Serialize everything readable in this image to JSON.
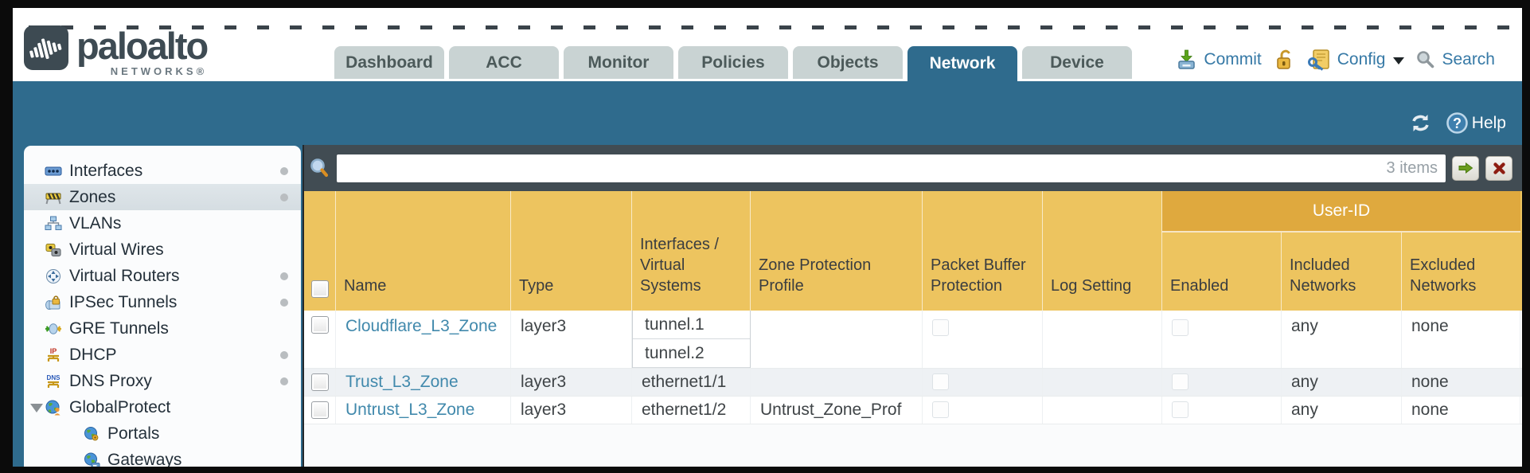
{
  "header": {
    "logo": {
      "brand": "paloalto",
      "sub": "NETWORKS®"
    },
    "tabs": [
      {
        "label": "Dashboard",
        "active": false
      },
      {
        "label": "ACC",
        "active": false
      },
      {
        "label": "Monitor",
        "active": false
      },
      {
        "label": "Policies",
        "active": false
      },
      {
        "label": "Objects",
        "active": false
      },
      {
        "label": "Network",
        "active": true
      },
      {
        "label": "Device",
        "active": false
      }
    ],
    "utilities": {
      "commit": "Commit",
      "config": "Config",
      "search": "Search"
    }
  },
  "toolbar": {
    "help": "Help",
    "icons": [
      "refresh-icon",
      "help-icon"
    ]
  },
  "sidebar": {
    "items": [
      {
        "label": "Interfaces",
        "icon": "interfaces-icon",
        "dot": true,
        "selected": false
      },
      {
        "label": "Zones",
        "icon": "zones-icon",
        "dot": true,
        "selected": true
      },
      {
        "label": "VLANs",
        "icon": "vlans-icon",
        "dot": false,
        "selected": false
      },
      {
        "label": "Virtual Wires",
        "icon": "virtual-wires-icon",
        "dot": false,
        "selected": false
      },
      {
        "label": "Virtual Routers",
        "icon": "virtual-routers-icon",
        "dot": true,
        "selected": false
      },
      {
        "label": "IPSec Tunnels",
        "icon": "ipsec-tunnels-icon",
        "dot": true,
        "selected": false
      },
      {
        "label": "GRE Tunnels",
        "icon": "gre-tunnels-icon",
        "dot": false,
        "selected": false
      },
      {
        "label": "DHCP",
        "icon": "dhcp-icon",
        "dot": true,
        "selected": false
      },
      {
        "label": "DNS Proxy",
        "icon": "dns-proxy-icon",
        "dot": true,
        "selected": false
      },
      {
        "label": "GlobalProtect",
        "icon": "globalprotect-icon",
        "dot": false,
        "selected": false,
        "expanded": true
      },
      {
        "label": "Portals",
        "icon": "portals-icon",
        "dot": false,
        "selected": false,
        "child": true
      },
      {
        "label": "Gateways",
        "icon": "gateways-icon",
        "dot": false,
        "selected": false,
        "child": true
      }
    ]
  },
  "filterbar": {
    "value": "",
    "count": "3 items",
    "icons": [
      "search-magnifier-icon",
      "apply-filter-arrow-icon",
      "clear-filter-x-icon"
    ]
  },
  "table": {
    "group_label": "User-ID",
    "columns": [
      {
        "label": "Name"
      },
      {
        "label": "Type"
      },
      {
        "label": "Interfaces / Virtual Systems"
      },
      {
        "label": "Zone Protection Profile"
      },
      {
        "label": "Packet Buffer Protection"
      },
      {
        "label": "Log Setting"
      },
      {
        "label": "Enabled"
      },
      {
        "label": "Included Networks"
      },
      {
        "label": "Excluded Networks"
      }
    ],
    "rows": [
      {
        "name": "Cloudflare_L3_Zone",
        "type": "layer3",
        "interfaces": [
          "tunnel.1",
          "tunnel.2"
        ],
        "zone_protection": "",
        "packet_buffer_checked": false,
        "log_setting": "",
        "enabled_checked": false,
        "included": "any",
        "excluded": "none"
      },
      {
        "name": "Trust_L3_Zone",
        "type": "layer3",
        "interfaces": [
          "ethernet1/1"
        ],
        "zone_protection": "",
        "packet_buffer_checked": false,
        "log_setting": "",
        "enabled_checked": false,
        "included": "any",
        "excluded": "none"
      },
      {
        "name": "Untrust_L3_Zone",
        "type": "layer3",
        "interfaces": [
          "ethernet1/2"
        ],
        "zone_protection": "Untrust_Zone_Prof",
        "packet_buffer_checked": false,
        "log_setting": "",
        "enabled_checked": false,
        "included": "any",
        "excluded": "none"
      }
    ]
  },
  "colors": {
    "teal": "#2f6b8d",
    "slate": "#414c53",
    "header_amber": "#edc45f",
    "userid_band": "#dfa93e",
    "link_blue": "#4189ac",
    "tab_gray": "#c9d3d3",
    "row_alt": "#eef1f4",
    "utility_blue": "#3679a6"
  }
}
